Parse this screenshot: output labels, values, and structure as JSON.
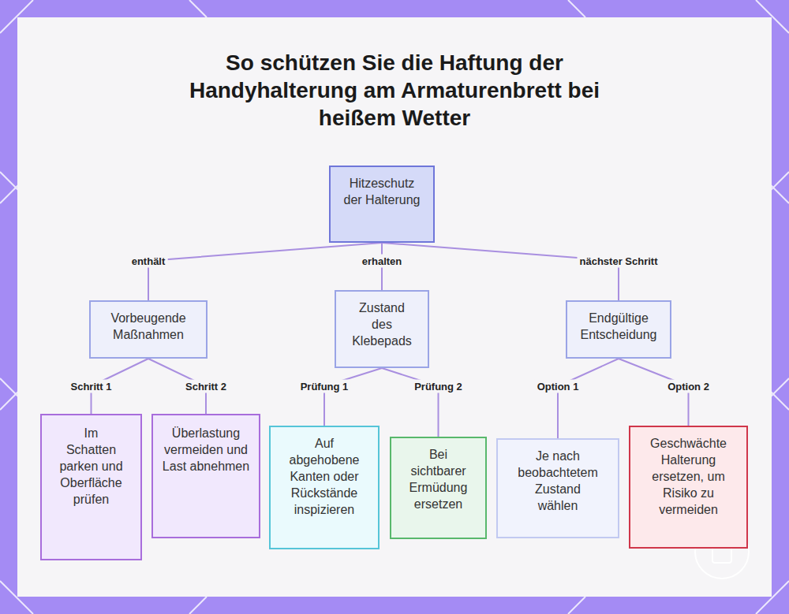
{
  "diagram": {
    "title": "So schützen Sie die Haftung der Handyhalterung am Armaturenbrett bei heißem Wetter",
    "nodes": [
      {
        "text": [
          "Hitzeschutz der Halterung"
        ]
      },
      {
        "text": [
          "Vorbeugende Maßnahmen"
        ]
      },
      {
        "text": [
          "Zustand des Klebepads"
        ]
      },
      {
        "text": [
          "Endgültige Entscheidung"
        ]
      },
      {
        "text": [
          "Im Schatten parken und Oberfläche prüfen"
        ]
      },
      {
        "text": [
          "Überlastung vermeiden und Last abnehmen"
        ]
      },
      {
        "text": [
          "Auf abgehobene Kanten oder Rückstände inspizieren"
        ]
      },
      {
        "text": [
          "Bei sichtbarer Ermüdung ersetzen"
        ]
      },
      {
        "text": [
          "Je nach beobachtetem Zustand wählen"
        ]
      },
      {
        "text": [
          "Geschwächte Halterung ersetzen, um Risiko zu vermeiden"
        ]
      }
    ],
    "edges": [
      {
        "from": 0,
        "to": 1,
        "label": "enthält",
        "arrow": "none"
      },
      {
        "from": 0,
        "to": 2,
        "label": "erhalten",
        "arrow": "none"
      },
      {
        "from": 0,
        "to": 3,
        "label": "nächster Schritt",
        "arrow": "none"
      },
      {
        "from": 1,
        "to": 4,
        "label": "Schritt 1",
        "arrow": "none"
      },
      {
        "from": 1,
        "to": 5,
        "label": "Schritt 2",
        "arrow": "none"
      },
      {
        "from": 2,
        "to": 6,
        "label": "Prüfung 1",
        "arrow": "none"
      },
      {
        "from": 2,
        "to": 7,
        "label": "Prüfung 2",
        "arrow": "none"
      },
      {
        "from": 3,
        "to": 8,
        "label": "Option 1",
        "arrow": "none"
      },
      {
        "from": 3,
        "to": 9,
        "label": "Option 2",
        "arrow": "none"
      }
    ]
  }
}
